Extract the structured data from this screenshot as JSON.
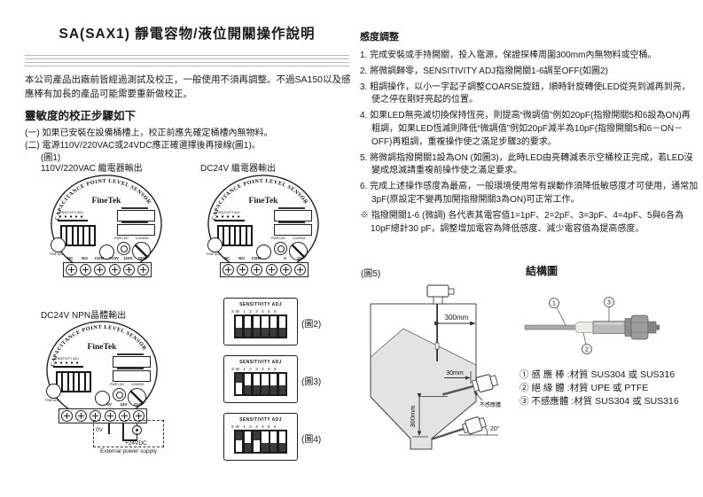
{
  "page": {
    "title": "SA(SAX1) 靜電容物/液位開關操作說明"
  },
  "left": {
    "intro": "本公司產品出廠前皆經過測試及校正，一般使用不須再調整。不過SA150以及感應棒有加長的產品可能需要重新做校正。",
    "section_heading": "靈敏度的校正步驟如下",
    "step1": "(一) 如果已安裝在設備桶槽上，校正前應先確定桶槽內無物料。",
    "step2": "(二) 電源110V/220VAC或24VDC應正確選擇後再接線(圖1)。",
    "figure1_label": "(圖1)"
  },
  "shared": {
    "arc_text": "CAPACITANCE POINT LEVEL SENSOR",
    "brand": "FineTek",
    "panel": {
      "dip_label": "SENSITIVITY ADJ",
      "led_label": "PWR LED",
      "coarse_label": "COARSE",
      "fine_label": "FINE ADJ"
    }
  },
  "devices": [
    {
      "caption": "110V/220VAC 繼電器輸出",
      "terminals": [
        "NC",
        "NO",
        "COM",
        "AC0V",
        "110V",
        "220V"
      ]
    },
    {
      "caption": "DC24V 繼電器輸出",
      "terminals": [
        "NC",
        "NO",
        "COM",
        "",
        "0",
        "24"
      ]
    },
    {
      "caption": "DC24V NPN晶體輸出",
      "terminals": [
        "",
        "",
        "",
        "0V",
        "24V",
        "OUT"
      ]
    }
  ],
  "power_supply": {
    "zero_label": "0V",
    "plus_label": "+24VDC",
    "caption": "External power supply"
  },
  "dip_figures": [
    {
      "label": "(圖2)",
      "title": "SENSITIVITY ADJ",
      "sw_row": "SW 1 2 3 4 5 6",
      "on": []
    },
    {
      "label": "(圖3)",
      "title": "SENSITIVITY ADJ",
      "sw_row": "SW 1 2 3 4 5 6",
      "on": [
        1
      ]
    },
    {
      "label": "(圖4)",
      "title": "SENSITIVITY ADJ",
      "sw_row": "SW 1 2 3 4 5 6",
      "on": [
        1,
        3
      ]
    }
  ],
  "right": {
    "heading": "感度調整",
    "items": [
      "1. 完成安裝或手持開關，投入電源，保證探棒周圍300mm內無物料或空桶。",
      "2. 將微調歸零，SENSITIVITY ADJ指撥開關1-6調至OFF(如圖2)",
      "3. 粗調操作，以小一字起子調整COARSE旋鈕，順時針旋轉使LED從亮到滅再到亮，使之停在剛好亮起的位置。",
      "4. 如果LED無亮滅切換保持恆亮，則提高“微調值”例如20pF(指撥開關5和6設為ON)再粗調，如果LED恆滅則降低“微調值”例如20pF減半為10pF(指撥開關5和6－ON－OFF)再粗調，重複操作使之滿足步驟3的要求。",
      "5. 將微調指撥開關1設為ON (如圖3)，此時LED由亮轉滅表示空桶校正完成，若LED沒變成熄滅請重複前操作使之滿足要求。",
      "6. 完成上述操作感度為最高，一般環境使用常有誤動作須降低敏感度才可使用，通常加3pF(原設定不變再加開指撥開關3為ON)可正常工作。"
    ],
    "note": "※ 指撥開關1-6 (微調) 各代表其電容值1=1pF、2=2pF、3=3pF、4=4pF、5與6各為10pF總計30 pF，調整增加電容為降低感度、減少電容值為提高感度。"
  },
  "figure5": {
    "label": "(圖5)",
    "dim_top": "300mm",
    "dim_side": "30mm",
    "dim_left": "300mm",
    "angle": "20°",
    "insensitive_label": "不感應體"
  },
  "structure": {
    "heading": "結構圖",
    "callouts": {
      "c1": "1",
      "c2": "2",
      "c3": "3"
    },
    "legend": [
      "① 感 應 棒 :材質 SUS304 或 SUS316",
      "② 絕 緣 體 :材質 UPE 或 PTFE",
      "③ 不感應體 :材質 SUS304 或 SUS316"
    ]
  },
  "colors": {
    "text": "#1a1a1a",
    "line": "#3a3a3a",
    "tank_fill": "#e3e3e3"
  }
}
